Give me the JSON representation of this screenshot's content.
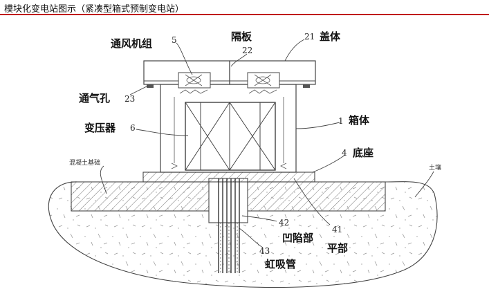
{
  "header": {
    "title": "模块化变电站图示（紧凑型箱式预制变电站）",
    "rule_color": "#c00000"
  },
  "labels": {
    "ventilation_unit": "通风机组",
    "partition": "隔板",
    "cover": "盖体",
    "vent_hole": "通气孔",
    "transformer": "变压器",
    "box": "箱体",
    "base": "底座",
    "concrete_foundation": "混凝土基础",
    "soil": "土壤",
    "recess": "凹陷部",
    "flat_part": "平部",
    "siphon_pipe": "虹吸管"
  },
  "numbers": {
    "n5": "5",
    "n22": "22",
    "n21": "21",
    "n23": "23",
    "n6": "6",
    "n1": "1",
    "n4": "4",
    "n42": "42",
    "n41": "41",
    "n43": "43"
  }
}
